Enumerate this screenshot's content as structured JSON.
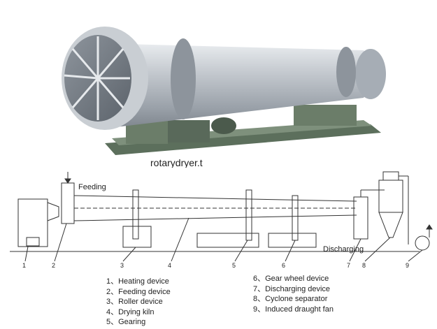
{
  "labels": {
    "feeding": "Feeding",
    "discharging": "Discharging",
    "watermark": "rotarydryer.t"
  },
  "callouts": [
    "1",
    "2",
    "3",
    "4",
    "5",
    "6",
    "7",
    "8",
    "9"
  ],
  "legend_left": [
    "1、Heating device",
    "2、Feeding device",
    "3、Roller device",
    "4、Drying kiln",
    "5、Gearing"
  ],
  "legend_right": [
    "6、Gear wheel device",
    "7、Discharging device",
    "8、Cyclone separator",
    "9、Induced draught fan"
  ],
  "colors": {
    "drum": "#b9bec4",
    "frame": "#5c6f5c",
    "line": "#333333"
  }
}
